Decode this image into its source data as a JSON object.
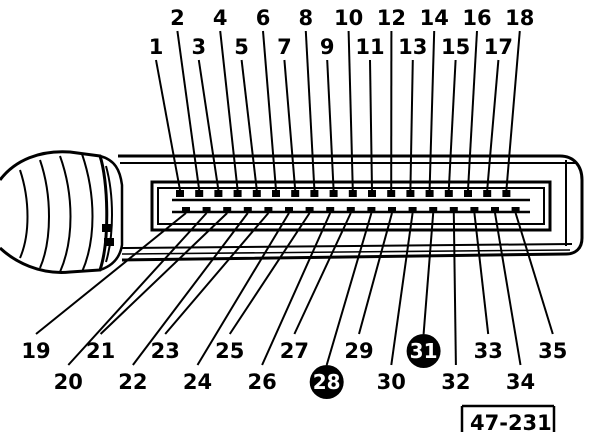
{
  "figure_ref": "47-231",
  "top_pins": [
    "1",
    "2",
    "3",
    "4",
    "5",
    "6",
    "7",
    "8",
    "9",
    "10",
    "11",
    "12",
    "13",
    "14",
    "15",
    "16",
    "17",
    "18"
  ],
  "bottom_pins": [
    "19",
    "20",
    "21",
    "22",
    "23",
    "24",
    "25",
    "26",
    "27",
    "28",
    "29",
    "30",
    "31",
    "32",
    "33",
    "34",
    "35"
  ],
  "highlighted_pins": [
    "28",
    "31"
  ],
  "colors": {
    "ink": "#000000",
    "background": "#ffffff",
    "highlight_text": "#ffffff"
  }
}
